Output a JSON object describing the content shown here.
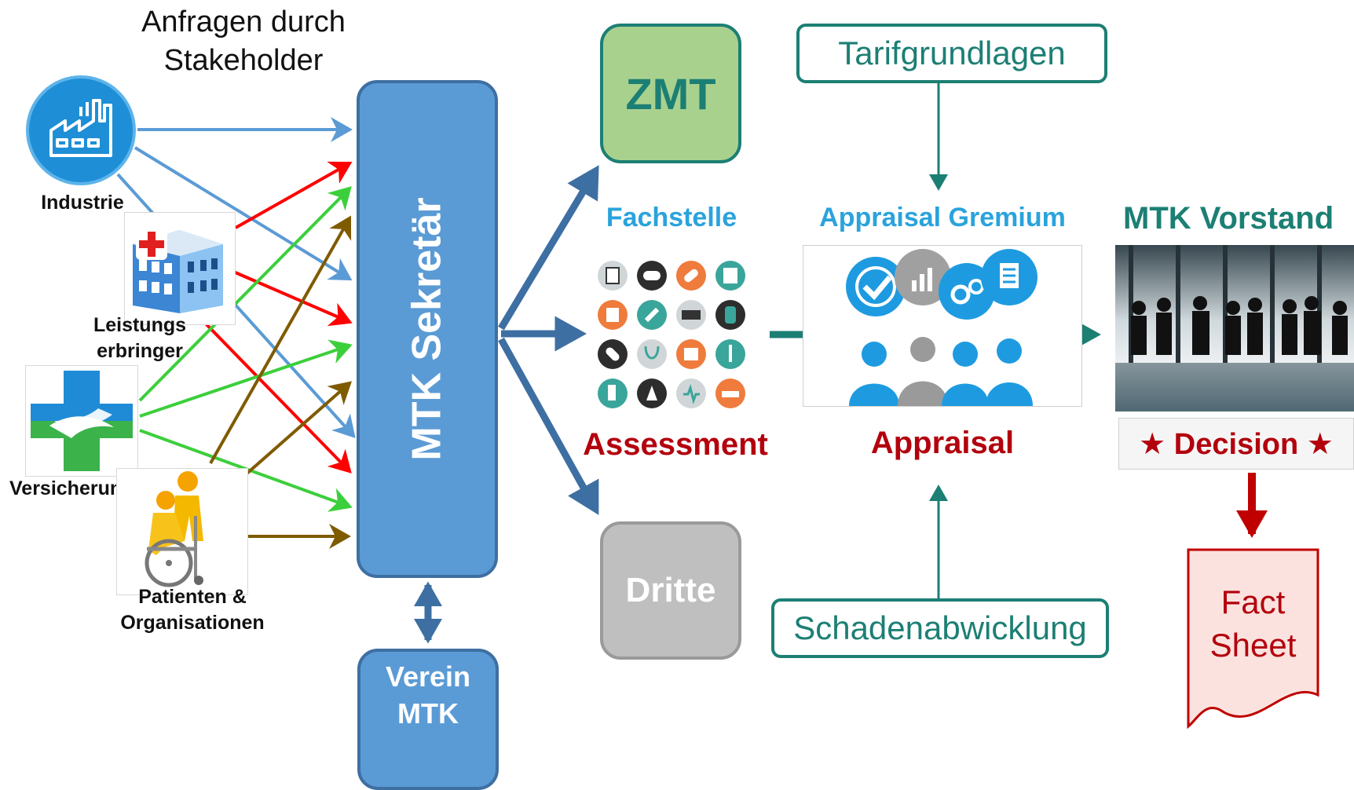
{
  "stakeholders": {
    "heading_line1": "Anfragen durch",
    "heading_line2": "Stakeholder",
    "industrie": "Industrie",
    "leistungserbringer_line1": "Leistungs",
    "leistungserbringer_line2": "erbringer",
    "versicherungen": "Versicherungen",
    "patienten_line1": "Patienten &",
    "patienten_line2": "Organisationen"
  },
  "secretary": {
    "label": "MTK Sekretär"
  },
  "verein": {
    "line1": "Verein",
    "line2": "MTK"
  },
  "zmt": {
    "label": "ZMT"
  },
  "dritte": {
    "label": "Dritte"
  },
  "fachstelle": {
    "heading": "Fachstelle",
    "stage": "Assessment"
  },
  "appraisal": {
    "heading": "Appraisal Gremium",
    "stage": "Appraisal",
    "input_top": "Tarifgrundlagen",
    "input_bottom": "Schadenabwicklung"
  },
  "vorstand": {
    "heading": "MTK Vorstand",
    "decision": "★ Decision ★"
  },
  "fact_sheet": {
    "line1": "Fact",
    "line2": "Sheet"
  },
  "colors": {
    "industrie_arrows": "#5b9bd5",
    "leistungserbringer_arrows": "#ff0000",
    "versicherungen_arrows": "#3ccf3c",
    "patienten_arrows": "#7f5b00",
    "flow_blue": "#3e6fa3",
    "teal": "#1c7f74",
    "decision_red": "#c00000"
  }
}
